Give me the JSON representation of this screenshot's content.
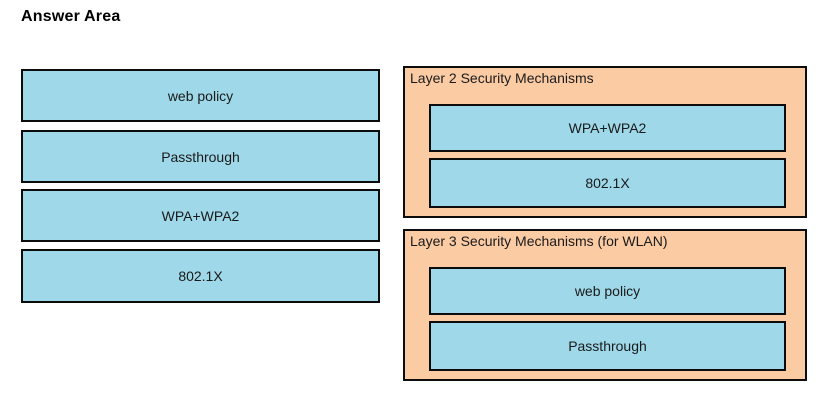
{
  "page": {
    "title": "Answer Area",
    "background_color": "#ffffff"
  },
  "colors": {
    "tile_fill": "#9ED8E9",
    "panel_fill": "#FBCBA4",
    "border": "#0c0c0c",
    "text": "#1a1a1a"
  },
  "source_column": {
    "name": "draggable-options",
    "items": [
      {
        "label": "web policy"
      },
      {
        "label": "Passthrough"
      },
      {
        "label": "WPA+WPA2"
      },
      {
        "label": "802.1X"
      }
    ]
  },
  "target_panels": [
    {
      "name": "layer-2-security-mechanisms",
      "label": "Layer 2 Security Mechanisms",
      "items": [
        {
          "label": "WPA+WPA2"
        },
        {
          "label": "802.1X"
        }
      ]
    },
    {
      "name": "layer-3-security-mechanisms",
      "label": "Layer 3 Security Mechanisms (for WLAN)",
      "items": [
        {
          "label": "web policy"
        },
        {
          "label": "Passthrough"
        }
      ]
    }
  ]
}
